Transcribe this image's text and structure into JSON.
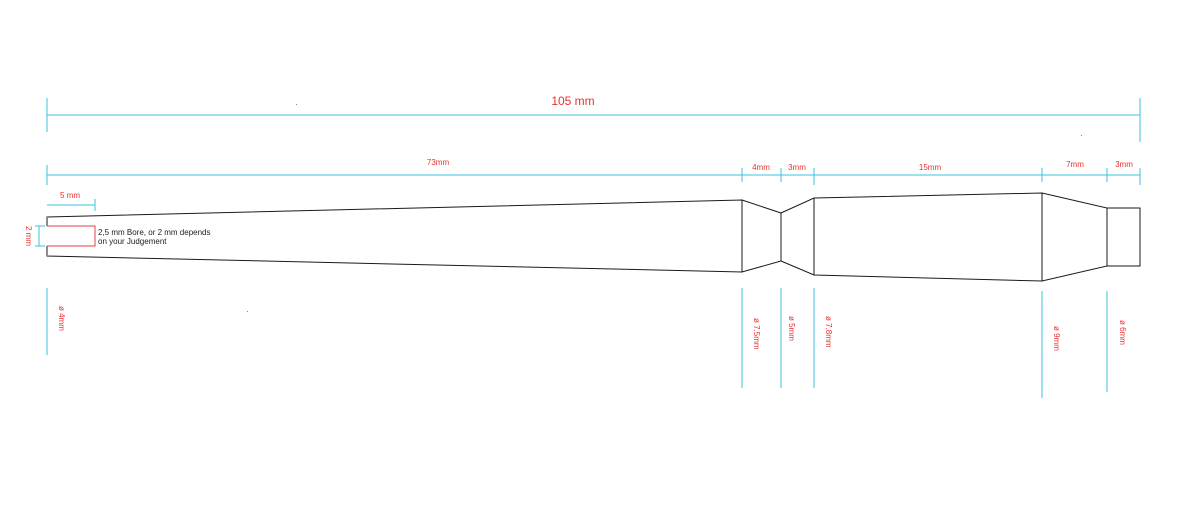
{
  "overall_length": "105 mm",
  "segment_lengths": [
    {
      "id": "taper",
      "label": "73mm"
    },
    {
      "id": "neck-left",
      "label": "4mm"
    },
    {
      "id": "neck-right",
      "label": "3mm"
    },
    {
      "id": "body",
      "label": "15mm"
    },
    {
      "id": "cone",
      "label": "7mm"
    },
    {
      "id": "tip",
      "label": "3mm"
    }
  ],
  "bore_depth": "5 mm",
  "bore_height": "2 mm",
  "bore_note": {
    "line1": "2,5 mm Bore, or 2 mm depends",
    "line2": "on your Judgement"
  },
  "diameters": [
    {
      "id": "start",
      "label": "ø 4mm"
    },
    {
      "id": "neck-start",
      "label": "ø 7.5mm"
    },
    {
      "id": "neck-waist",
      "label": "ø 5mm"
    },
    {
      "id": "body-start",
      "label": "ø 7.8mm"
    },
    {
      "id": "body-end",
      "label": "ø 9mm"
    },
    {
      "id": "tip",
      "label": "ø 6mm"
    }
  ],
  "colors": {
    "dimension_line": "#3cc3dc",
    "dimension_text": "#e8302f",
    "outline": "#1a1a1a"
  }
}
